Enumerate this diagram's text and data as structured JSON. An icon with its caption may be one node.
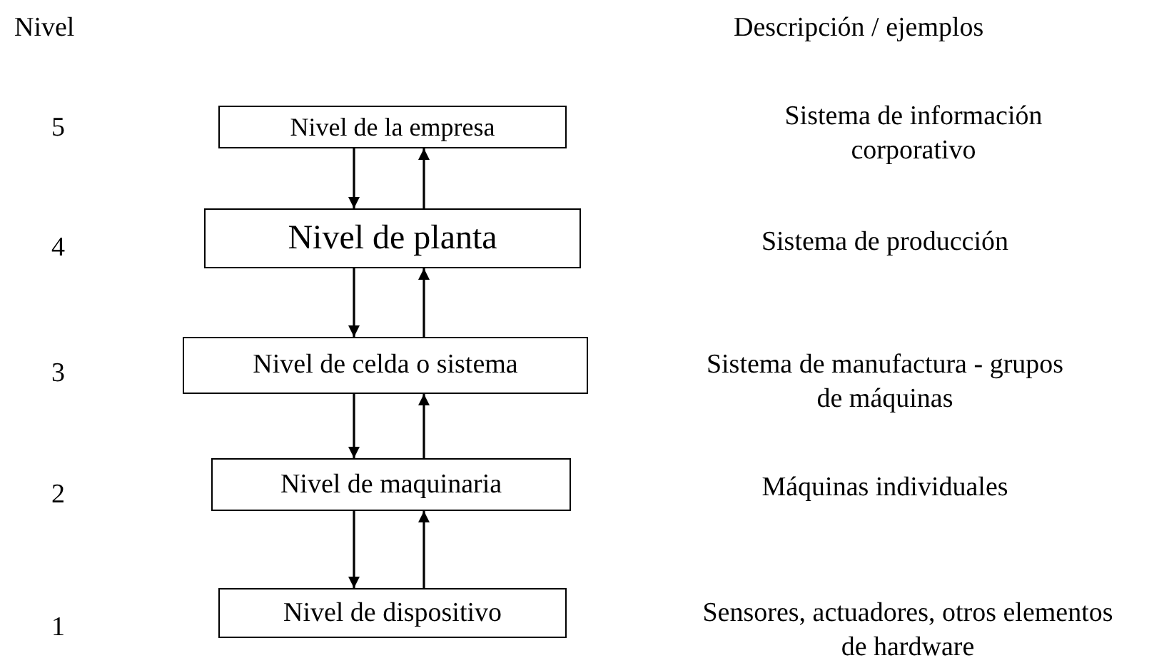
{
  "diagram": {
    "nodes": [
      {
        "text": [
          "Nivel de la empresa"
        ]
      },
      {
        "text": [
          "Nivel de planta"
        ]
      },
      {
        "text": [
          "Nivel de celda o sistema"
        ]
      },
      {
        "text": [
          "Nivel de maquinaria"
        ]
      },
      {
        "text": [
          "Nivel de dispositivo"
        ]
      }
    ],
    "edges": [
      {
        "from": 0,
        "to": 1,
        "arrow": "to"
      },
      {
        "from": 1,
        "to": 0,
        "arrow": "to"
      },
      {
        "from": 1,
        "to": 2,
        "arrow": "to"
      },
      {
        "from": 2,
        "to": 1,
        "arrow": "to"
      },
      {
        "from": 2,
        "to": 3,
        "arrow": "to"
      },
      {
        "from": 3,
        "to": 2,
        "arrow": "to"
      },
      {
        "from": 3,
        "to": 4,
        "arrow": "to"
      },
      {
        "from": 4,
        "to": 3,
        "arrow": "to"
      }
    ],
    "labels": [
      "Nivel",
      "Descripción / ejemplos",
      "5",
      "Sistema de información corporativo",
      "4",
      "Sistema de producción",
      "3",
      "Sistema de manufactura - grupos de máquinas",
      "2",
      "Máquinas individuales",
      "1",
      "Sensores, actuadores, otros elementos de hardware"
    ]
  }
}
